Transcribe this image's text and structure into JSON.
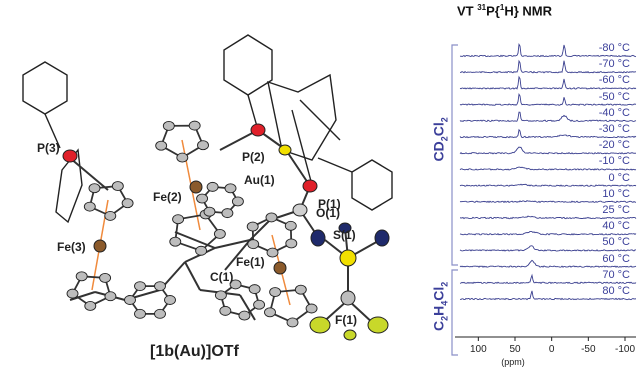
{
  "figure": {
    "caption": "[1b(Au)]OTf",
    "atom_labels": [
      "P(3)",
      "P(2)",
      "Au(1)",
      "P(1)",
      "Fe(2)",
      "Fe(3)",
      "O(1)",
      "Fe(1)",
      "S(1)",
      "C(1)",
      "F(1)"
    ]
  },
  "nmr": {
    "title_prefix": "VT ",
    "title_isotope": "31",
    "title_rest": "P{",
    "title_decoupled": "1",
    "title_end": "H} NMR",
    "solvent_top": {
      "base": "CD",
      "sub1": "2",
      "mid": "Cl",
      "sub2": "2"
    },
    "solvent_bottom": {
      "p1": "C",
      "s1": "2",
      "p2": "H",
      "s2": "4",
      "p3": "Cl",
      "s3": "2"
    },
    "temperatures": [
      "-80 °C",
      "-70 °C",
      "-60 °C",
      "-50 °C",
      "-40 °C",
      "-30 °C",
      "-20 °C",
      "-10 °C",
      "0 °C",
      "10 °C",
      "25 °C",
      "40 °C",
      "50 °C",
      "60 °C",
      "70 °C",
      "80 °C"
    ],
    "axis": {
      "ticks": [
        "100",
        "50",
        "0",
        "-50",
        "-100"
      ],
      "tick_values": [
        100,
        50,
        0,
        -50,
        -100
      ],
      "unit": "(ppm)",
      "xlim": [
        125,
        -115
      ]
    },
    "spectra": [
      {
        "temp": -80,
        "peaks": [
          {
            "ppm": 44,
            "h": 1.0
          },
          {
            "ppm": -17,
            "h": 0.9
          }
        ]
      },
      {
        "temp": -70,
        "peaks": [
          {
            "ppm": 44,
            "h": 1.0
          },
          {
            "ppm": -17,
            "h": 0.85
          }
        ]
      },
      {
        "temp": -60,
        "peaks": [
          {
            "ppm": 44,
            "h": 0.95
          },
          {
            "ppm": -17,
            "h": 0.7
          }
        ]
      },
      {
        "temp": -50,
        "peaks": [
          {
            "ppm": 44,
            "h": 0.9
          },
          {
            "ppm": -17,
            "h": 0.55
          }
        ]
      },
      {
        "temp": -40,
        "peaks": [
          {
            "ppm": 44,
            "h": 0.8
          },
          {
            "ppm": -17,
            "h": 0.4
          }
        ]
      },
      {
        "temp": -30,
        "peaks": [
          {
            "ppm": 44,
            "h": 0.6
          },
          {
            "ppm": -17,
            "h": 0.15
          }
        ]
      },
      {
        "temp": -20,
        "peaks": [
          {
            "ppm": 44,
            "h": 0.5
          }
        ]
      },
      {
        "temp": -10,
        "peaks": [
          {
            "ppm": 42,
            "h": 0.15
          }
        ]
      },
      {
        "temp": 0,
        "peaks": [
          {
            "ppm": 40,
            "h": 0.08
          }
        ]
      },
      {
        "temp": 10,
        "peaks": [
          {
            "ppm": 35,
            "h": 0.06
          }
        ]
      },
      {
        "temp": 25,
        "peaks": [
          {
            "ppm": 30,
            "h": 0.12
          }
        ]
      },
      {
        "temp": 40,
        "peaks": [
          {
            "ppm": 28,
            "h": 0.18
          }
        ]
      },
      {
        "temp": 50,
        "peaks": [
          {
            "ppm": 28,
            "h": 0.35
          }
        ]
      },
      {
        "temp": 60,
        "peaks": [
          {
            "ppm": 27,
            "h": 0.45
          }
        ]
      },
      {
        "temp": 70,
        "peaks": [
          {
            "ppm": 27,
            "h": 0.55
          }
        ]
      },
      {
        "temp": 80,
        "peaks": [
          {
            "ppm": 27,
            "h": 0.6
          }
        ]
      }
    ]
  },
  "colors": {
    "label_blue": "#3b3f9a",
    "trace": "#3a3f8f",
    "bracket": "#8a8fc8",
    "fe": "#8b5a2b",
    "p_atom": "#e0202a",
    "au": "#f2e000",
    "s_atom": "#f2e000",
    "f_atom": "#c8d82a",
    "o_atom": "#1f2a6b",
    "c_atom": "#bdbdbd",
    "fe_bond": "#f08a3c"
  }
}
